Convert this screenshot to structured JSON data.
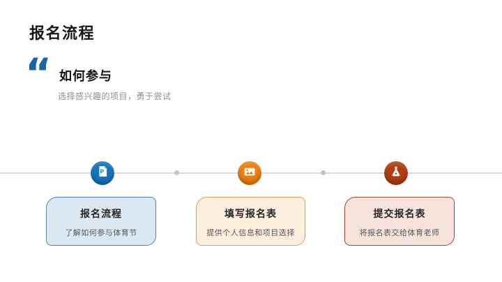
{
  "slide": {
    "title": "报名流程",
    "background_color": "#ffffff"
  },
  "quote": {
    "glyph": "“",
    "accent_color": "#1866A8",
    "heading": "如何参与",
    "subtitle": "选择感兴趣的项目，勇于尝试"
  },
  "timeline": {
    "line_color": "#dadada",
    "dot_color": "#c4c4c4",
    "steps": [
      {
        "icon": "powerpoint-file-icon",
        "icon_letter": "P",
        "circle_color": "#1377BD",
        "fold_color": "#8EC0E4",
        "title": "报名流程",
        "description": "了解如何参与体育节",
        "card_fill": "#DCE8F1",
        "card_border": "#4E86AE"
      },
      {
        "icon": "image-icon",
        "circle_color": "#F1800F",
        "title": "填写报名表",
        "description": "提供个人信息和项目选择",
        "card_fill": "#FDEFDE",
        "card_border": "#E9994E"
      },
      {
        "icon": "flask-icon",
        "circle_color": "#B23D12",
        "title": "提交报名表",
        "description": "将报名表交给体育老师",
        "card_fill": "#F6E3DB",
        "card_border": "#AA4630"
      }
    ]
  }
}
